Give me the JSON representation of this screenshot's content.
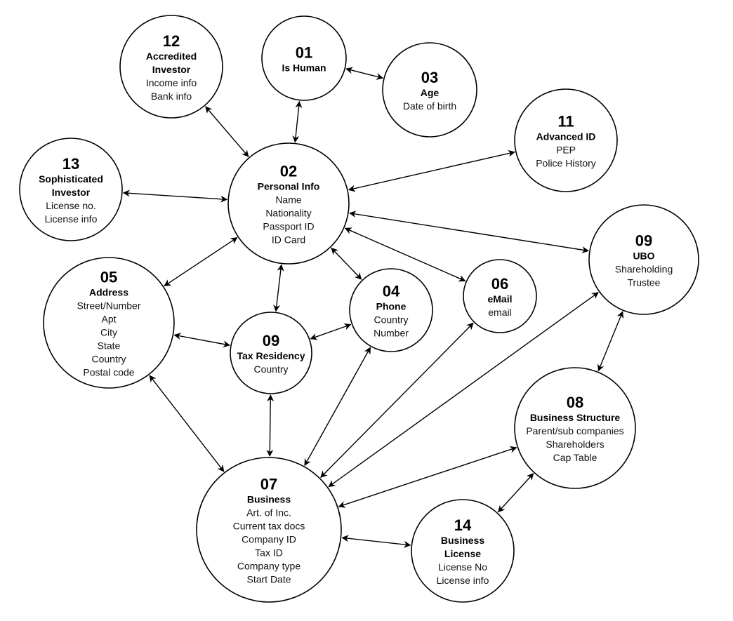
{
  "diagram": {
    "nodes": [
      {
        "id": "12",
        "title_lines": [
          "Accredited",
          "Investor"
        ],
        "items": [
          "Income info",
          "Bank info"
        ]
      },
      {
        "id": "01",
        "title_lines": [
          "Is Human"
        ],
        "items": []
      },
      {
        "id": "03",
        "title_lines": [
          "Age"
        ],
        "items": [
          "Date of birth"
        ]
      },
      {
        "id": "11",
        "title_lines": [
          "Advanced ID"
        ],
        "items": [
          "PEP",
          "Police History"
        ]
      },
      {
        "id": "13",
        "title_lines": [
          "Sophisticated",
          "Investor"
        ],
        "items": [
          "License no.",
          "License info"
        ]
      },
      {
        "id": "02",
        "title_lines": [
          "Personal Info"
        ],
        "items": [
          "Name",
          "Nationality",
          "Passport ID",
          "ID Card"
        ]
      },
      {
        "id": "09",
        "title_lines": [
          "UBO"
        ],
        "items": [
          "Shareholding",
          "Trustee"
        ]
      },
      {
        "id": "05",
        "title_lines": [
          "Address"
        ],
        "items": [
          "Street/Number",
          "Apt",
          "City",
          "State",
          "Country",
          "Postal code"
        ]
      },
      {
        "id": "04",
        "title_lines": [
          "Phone"
        ],
        "items": [
          "Country",
          "Number"
        ]
      },
      {
        "id": "06",
        "title_lines": [
          "eMail"
        ],
        "items": [
          "email"
        ]
      },
      {
        "id": "09",
        "title_lines": [
          "Tax Residency"
        ],
        "items": [
          "Country"
        ]
      },
      {
        "id": "08",
        "title_lines": [
          "Business Structure"
        ],
        "items": [
          "Parent/sub companies",
          "Shareholders",
          "Cap Table"
        ]
      },
      {
        "id": "07",
        "title_lines": [
          "Business"
        ],
        "items": [
          "Art. of Inc.",
          "Current tax docs",
          "Company ID",
          "Tax ID",
          "Company type",
          "Start Date"
        ]
      },
      {
        "id": "14",
        "title_lines": [
          "Business",
          "License"
        ],
        "items": [
          "License No",
          "License info"
        ]
      }
    ],
    "edges": [
      {
        "from": "Personal Info",
        "to": "Is Human",
        "bidirectional": true
      },
      {
        "from": "Is Human",
        "to": "Age",
        "bidirectional": true
      },
      {
        "from": "Personal Info",
        "to": "Accredited Investor",
        "bidirectional": true
      },
      {
        "from": "Personal Info",
        "to": "Sophisticated Investor",
        "bidirectional": true
      },
      {
        "from": "Personal Info",
        "to": "Advanced ID",
        "bidirectional": true
      },
      {
        "from": "Personal Info",
        "to": "UBO",
        "bidirectional": true
      },
      {
        "from": "Personal Info",
        "to": "eMail",
        "bidirectional": true
      },
      {
        "from": "Personal Info",
        "to": "Phone",
        "bidirectional": true
      },
      {
        "from": "Personal Info",
        "to": "Address",
        "bidirectional": true
      },
      {
        "from": "Personal Info",
        "to": "Tax Residency",
        "bidirectional": true
      },
      {
        "from": "Address",
        "to": "Tax Residency",
        "bidirectional": true
      },
      {
        "from": "Tax Residency",
        "to": "Phone",
        "bidirectional": true
      },
      {
        "from": "Address",
        "to": "Business",
        "bidirectional": true
      },
      {
        "from": "Tax Residency",
        "to": "Business",
        "bidirectional": true
      },
      {
        "from": "Phone",
        "to": "Business",
        "bidirectional": true
      },
      {
        "from": "eMail",
        "to": "Business",
        "bidirectional": true
      },
      {
        "from": "UBO",
        "to": "Business",
        "bidirectional": true
      },
      {
        "from": "UBO",
        "to": "Business Structure",
        "bidirectional": true
      },
      {
        "from": "Business Structure",
        "to": "Business",
        "bidirectional": true
      },
      {
        "from": "Business Structure",
        "to": "Business License",
        "bidirectional": true
      },
      {
        "from": "Business",
        "to": "Business License",
        "bidirectional": true
      }
    ],
    "colors": {
      "stroke": "#000000",
      "fill": "#ffffff",
      "text": "#000000"
    }
  }
}
